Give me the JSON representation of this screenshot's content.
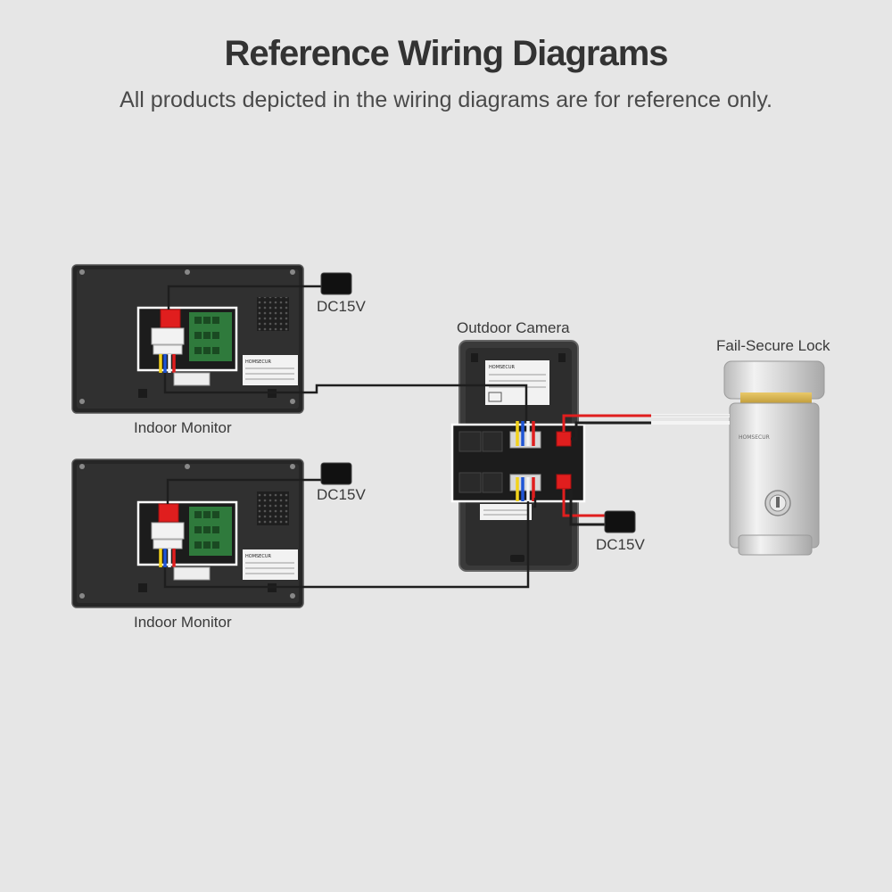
{
  "header": {
    "title": "Reference Wiring Diagrams",
    "subtitle": "All products depicted in the wiring diagrams are for reference only."
  },
  "labels": {
    "indoor_monitor_1": "Indoor Monitor",
    "indoor_monitor_2": "Indoor Monitor",
    "outdoor_camera": "Outdoor Camera",
    "fail_secure_lock": "Fail-Secure Lock",
    "dc_monitor_1": "DC15V",
    "dc_monitor_2": "DC15V",
    "dc_lock": "DC15V"
  },
  "device_text": {
    "brand": "HOMSECUR",
    "lock_brand": "HOMSECUR"
  },
  "colors": {
    "background": "#e6e6e6",
    "device_body": "#2b2b2b",
    "wire_black": "#1e1e1e",
    "wire_red": "#e01e1e",
    "wire_yellow": "#f2d21b",
    "wire_blue": "#1f55d6",
    "wire_white": "#f4f4f4",
    "pcb_green": "#2f7a3c"
  }
}
